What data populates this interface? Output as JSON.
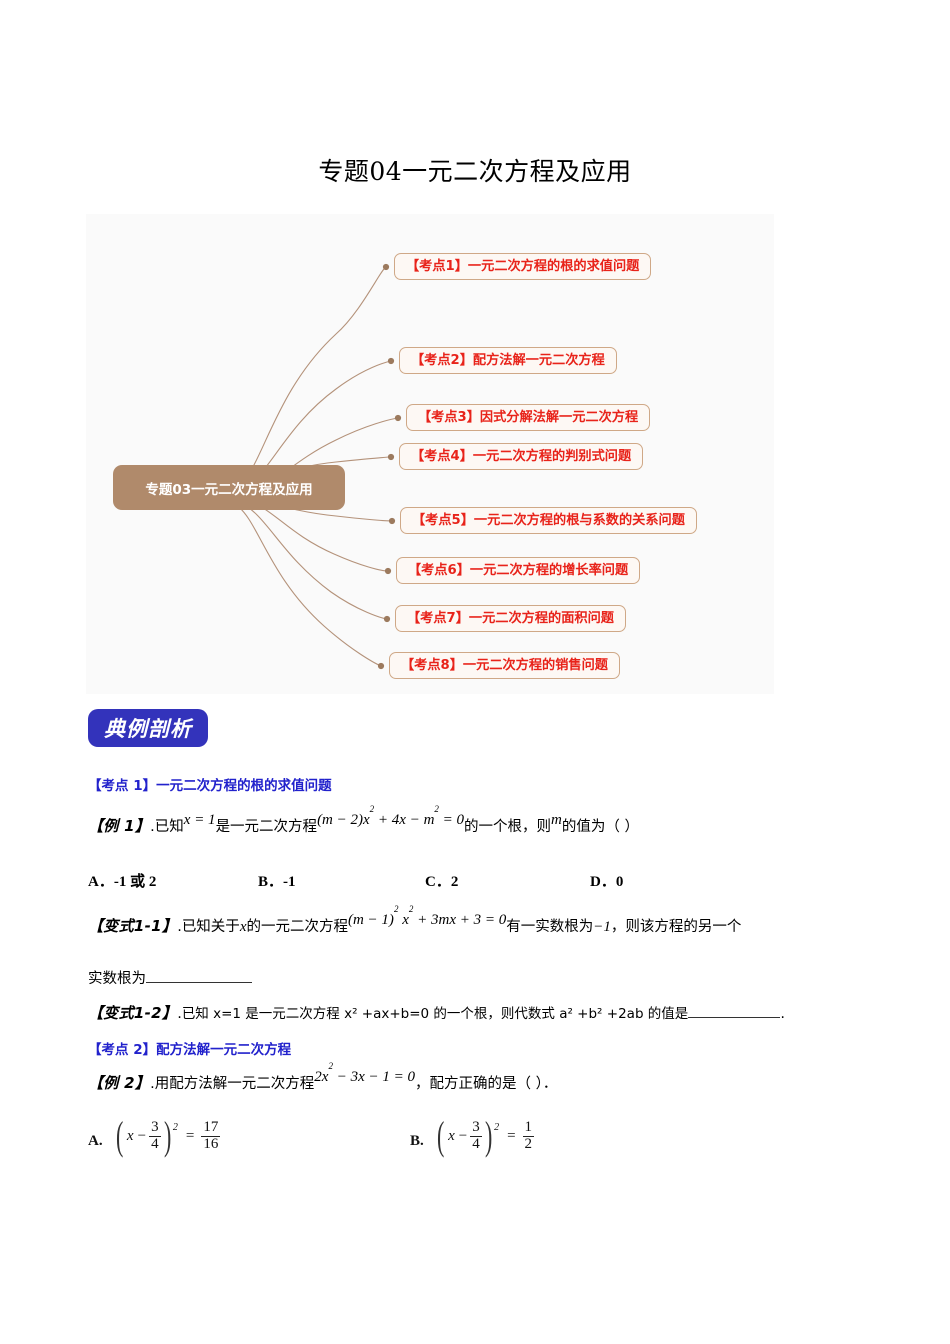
{
  "document": {
    "title": "专题04一元二次方程及应用"
  },
  "mindmap": {
    "center": "专题03一元二次方程及应用",
    "nodes": [
      {
        "label": "【考点1】一元二次方程的根的求值问题"
      },
      {
        "label": "【考点2】配方法解一元二次方程"
      },
      {
        "label": "【考点3】因式分解法解一元二次方程"
      },
      {
        "label": "【考点4】一元二次方程的判别式问题"
      },
      {
        "label": "【考点5】一元二次方程的根与系数的关系问题"
      },
      {
        "label": "【考点6】一元二次方程的增长率问题"
      },
      {
        "label": "【考点7】一元二次方程的面积问题"
      },
      {
        "label": "【考点8】一元二次方程的销售问题"
      }
    ],
    "colors": {
      "center_fill": "#b08a6b",
      "node_border": "#cfa887",
      "node_fill": "#fdf8f4",
      "node_text": "#e8231a",
      "canvas": "#fafafa",
      "branch": "#b4927a"
    }
  },
  "badge": {
    "label": "典例剖析",
    "color": "#3333bb"
  },
  "sections": [
    {
      "heading": "【考点 1】一元二次方程的根的求值问题",
      "color": "#2222cc"
    },
    {
      "heading": "【考点 2】配方法解一元二次方程",
      "color": "#2222cc"
    }
  ],
  "q1": {
    "tag": "【例 1】",
    "dot": ".",
    "text_a": "已知",
    "math_a": "x = 1",
    "text_b": "是一元二次方程",
    "math_b_pre": "(m − 2)x",
    "math_b_sup1": "2",
    "math_b_mid": " + 4x − m",
    "math_b_sup2": "2",
    "math_b_end": " = 0",
    "text_c": "的一个根，则",
    "math_c": "m",
    "text_d": "的值为（  ）",
    "choices": [
      "A．-1 或 2",
      "B．-1",
      "C．2",
      "D．0"
    ]
  },
  "q2": {
    "tag": "【变式1-1】",
    "dot": ".",
    "text_a": "已知关于",
    "var_x": "x",
    "text_b": "的一元二次方程",
    "math_pre": "(m − 1)",
    "math_sup1": "2",
    "math_mid": " x",
    "math_sup2": "2",
    "math_end": " + 3mx + 3 = 0",
    "text_c": "有一实数根为",
    "math_root": "−1",
    "text_d": "，则该方程的另一个",
    "line2_pre": "实数根为",
    "line2_blank": ""
  },
  "q3": {
    "tag": "【变式1-2】",
    "dot": ".",
    "text_a": "已知 x=1 是一元二次方程 x² +ax+b=0 的一个根，则代数式 a² +b² +2ab 的值是",
    "blank": "",
    "text_b": "."
  },
  "q4": {
    "tag": "【例 2】",
    "dot": ".",
    "text_a": "用配方法解一元二次方程",
    "math_pre": "2x",
    "math_sup": "2",
    "math_end": " − 3x − 1 = 0",
    "text_b": "，配方正确的是（  ）．",
    "options": [
      {
        "label": "A.",
        "lhs_var": "x",
        "lhs_minus": "−",
        "lhs_num": "3",
        "lhs_den": "4",
        "power": "2",
        "eq": "=",
        "rhs_num": "17",
        "rhs_den": "16"
      },
      {
        "label": "B.",
        "lhs_var": "x",
        "lhs_minus": "−",
        "lhs_num": "3",
        "lhs_den": "4",
        "power": "2",
        "eq": "=",
        "rhs_num": "1",
        "rhs_den": "2"
      }
    ]
  }
}
